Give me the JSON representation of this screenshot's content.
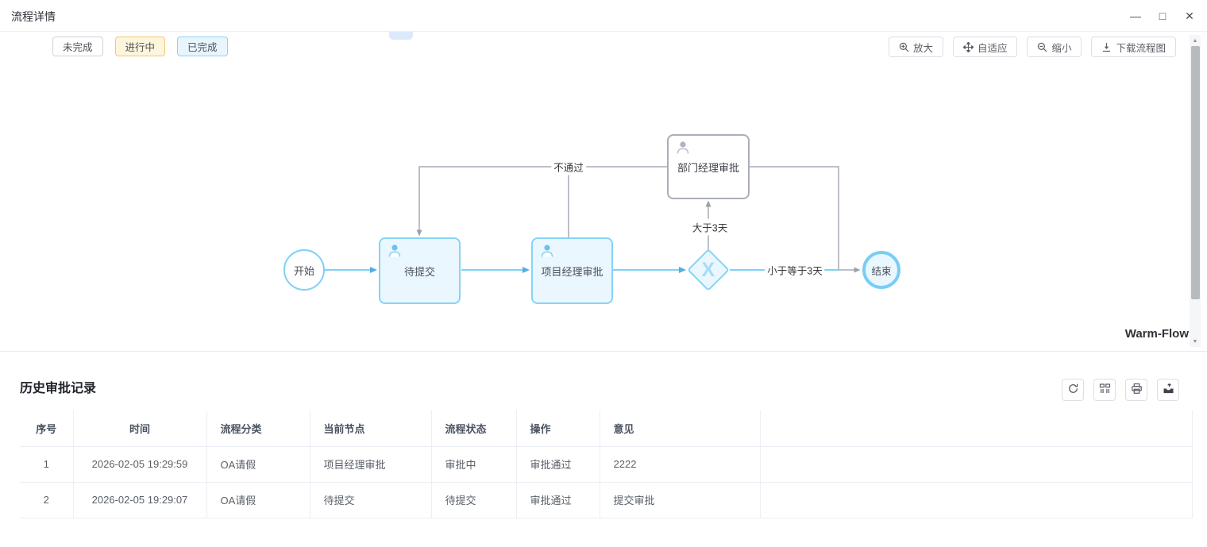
{
  "window": {
    "title": "流程详情",
    "controls": {
      "minimize": "—",
      "maximize": "□",
      "close": "✕"
    }
  },
  "legend": {
    "pending": "未完成",
    "active": "进行中",
    "done": "已完成"
  },
  "toolbar": {
    "zoom_in": "放大",
    "fit": "自适应",
    "zoom_out": "缩小",
    "download": "下载流程图"
  },
  "diagram": {
    "nodes": {
      "start": {
        "label": "开始"
      },
      "pending_submit": {
        "label": "待提交"
      },
      "project_manager_approval": {
        "label": "项目经理审批"
      },
      "dept_manager_approval": {
        "label": "部门经理审批"
      },
      "gateway": {
        "symbol": "X"
      },
      "end": {
        "label": "结束"
      }
    },
    "edge_labels": {
      "reject": "不通过",
      "greater_than_3_days": "大于3天",
      "less_equal_3_days": "小于等于3天"
    },
    "watermark": "Warm-Flow"
  },
  "history": {
    "title": "历史审批记录",
    "columns": [
      "序号",
      "时间",
      "流程分类",
      "当前节点",
      "流程状态",
      "操作",
      "意见"
    ],
    "rows": [
      [
        "1",
        "2026-02-05 19:29:59",
        "OA请假",
        "项目经理审批",
        "审批中",
        "审批通过",
        "2222"
      ],
      [
        "2",
        "2026-02-05 19:29:07",
        "OA请假",
        "待提交",
        "待提交",
        "审批通过",
        "提交审批"
      ]
    ]
  },
  "colors": {
    "accent_blue_border": "#86d4f7",
    "accent_blue_fill": "#eaf7fe",
    "arrow_blue": "#54aede",
    "gray_line": "#a6acb5",
    "legend_active_border": "#f2c779",
    "legend_active_fill": "#fdf5dc",
    "table_border": "#ebeef5"
  }
}
